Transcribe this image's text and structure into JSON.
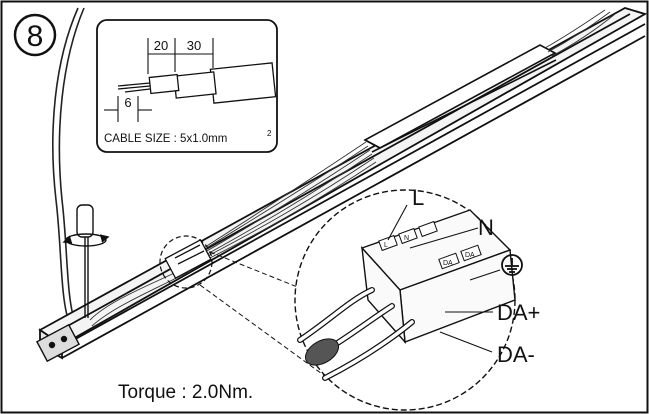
{
  "step_number": "8",
  "inset": {
    "dim_a": "20",
    "dim_b": "30",
    "dim_c": "6",
    "cable_size_label": "CABLE SIZE : 5x1.0mm",
    "cable_size_superscript": "2"
  },
  "terminal_labels": {
    "live": "L",
    "neutral": "N",
    "earth_symbol": "earth-ground-icon",
    "da_plus": "DA+",
    "da_minus": "DA-"
  },
  "small_terminal_markings": [
    "L",
    "N",
    "DA",
    "DA"
  ],
  "torque_label": "Torque : 2.0Nm."
}
